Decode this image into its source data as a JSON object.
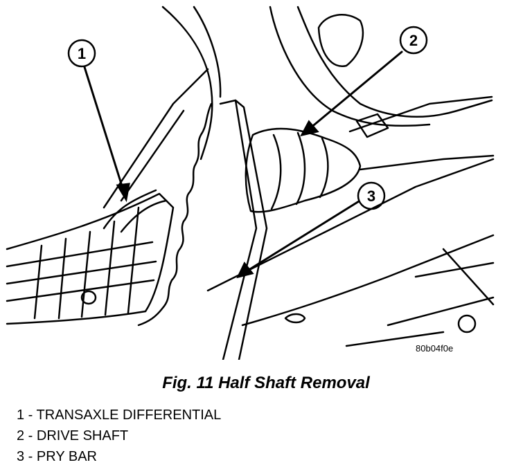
{
  "figure": {
    "code": "80b04f0e",
    "caption": "Fig. 11 Half Shaft Removal"
  },
  "callouts": [
    {
      "number": "1",
      "label": "TRANSAXLE DIFFERENTIAL"
    },
    {
      "number": "2",
      "label": "DRIVE SHAFT"
    },
    {
      "number": "3",
      "label": "PRY BAR"
    }
  ],
  "legend": [
    "1 - TRANSAXLE DIFFERENTIAL",
    "2 - DRIVE SHAFT",
    "3 - PRY BAR"
  ]
}
